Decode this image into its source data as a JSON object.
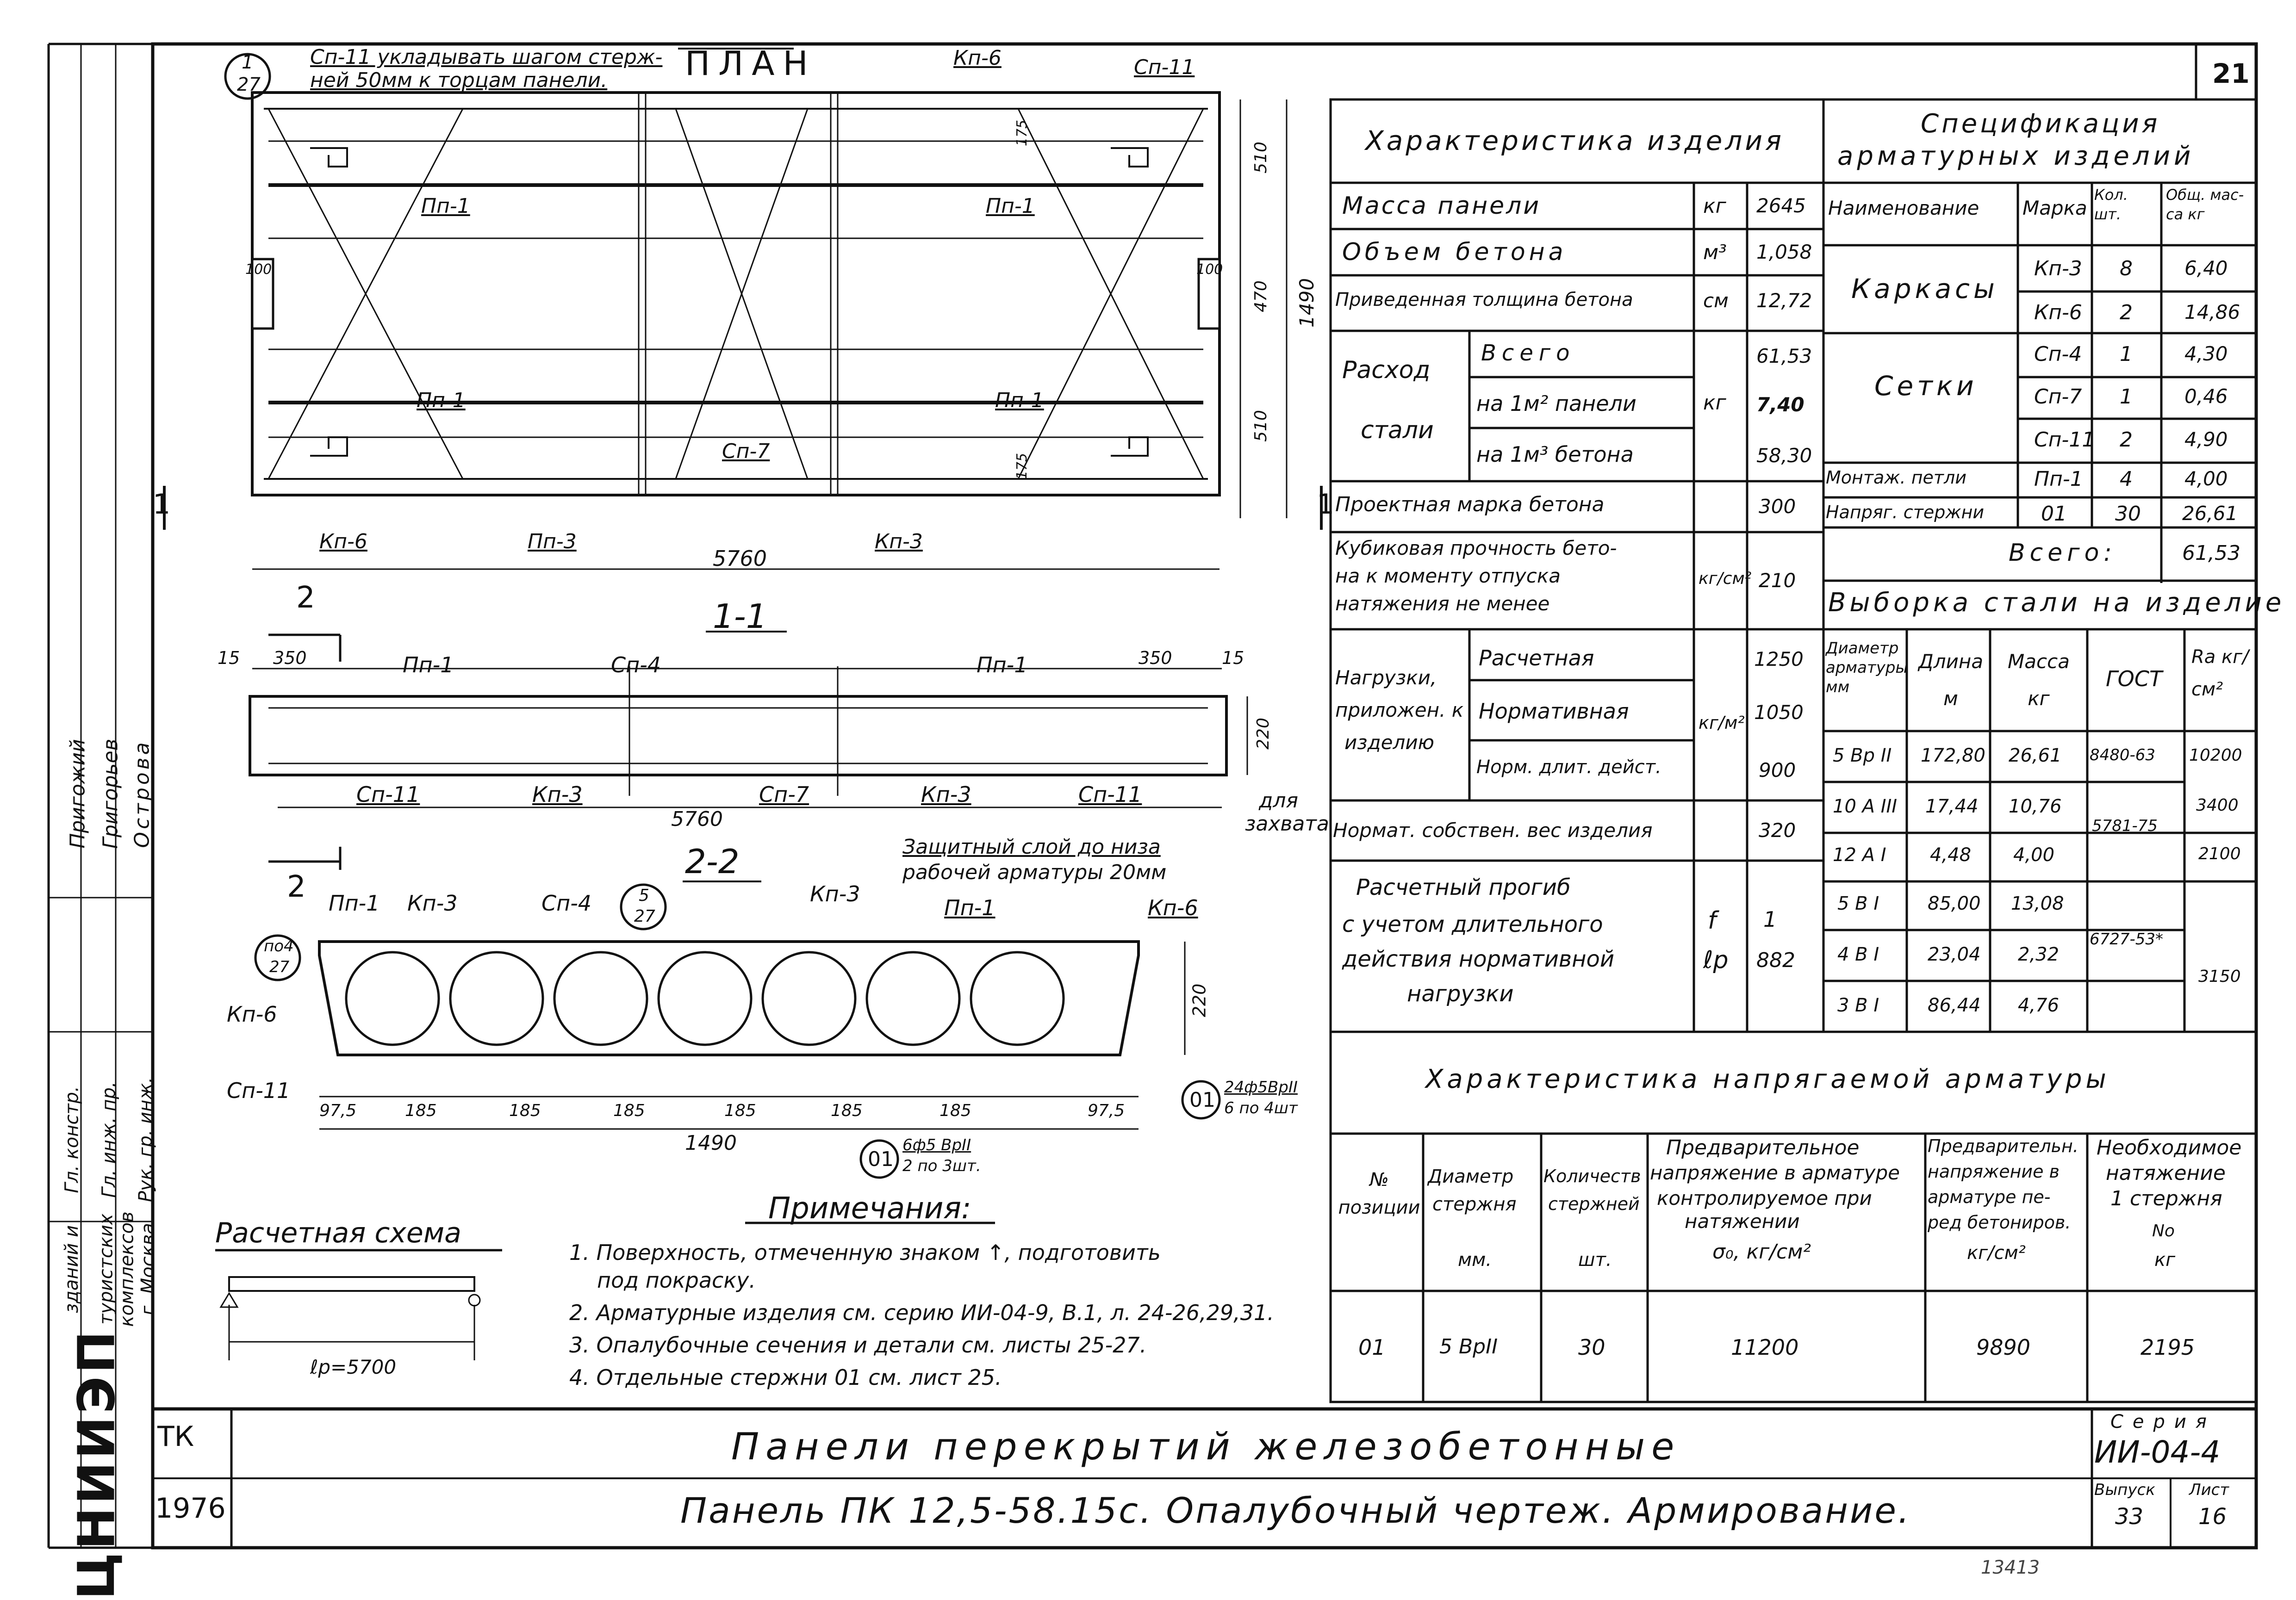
{
  "sheet_number": "21",
  "plan": {
    "title": "ПЛАН",
    "note_ref_top": "1",
    "note_ref_bottom": "27",
    "note_text_1": "Сп-11 укладывать шагом стерж-",
    "note_text_2": "ней 50мм к торцам панели.",
    "labels": {
      "kp6_top": "Кп-6",
      "sp11_top": "Сп-11",
      "pp1_a": "Пп-1",
      "pp1_b": "Пп-1",
      "pp1_c": "Пп-1",
      "pp1_d": "Пп-1",
      "sp7": "Сп-7",
      "kp6_bottom": "Кп-6",
      "pp3": "Пп-3",
      "kp3": "Кп-3"
    },
    "dims": {
      "len": "5760",
      "d510a": "510",
      "d470": "470",
      "d1490": "1490",
      "d510b": "510",
      "d100a": "100",
      "d100b": "100",
      "d175a": "175",
      "d175b": "175"
    },
    "section_mark_left": "1",
    "section_mark_right": "1"
  },
  "section11": {
    "title": "1-1",
    "labels": {
      "pp1_l": "Пп-1",
      "sp4": "Сп-4",
      "pp1_r": "Пп-1",
      "sp11_l": "Сп-11",
      "kp3_l": "Кп-3",
      "sp7": "Сп-7",
      "kp3_r": "Кп-3",
      "sp11_r": "Сп-11"
    },
    "dims": {
      "d15l": "15",
      "d350l": "350",
      "d350r": "350",
      "d15r": "15",
      "d220": "220",
      "len": "5760"
    },
    "grip_note_1": "для",
    "grip_note_2": "захвата",
    "cover_note_1": "Защитный слой до низа",
    "cover_note_2": "рабочей арматуры 20мм",
    "cut_mark": "2"
  },
  "section22": {
    "title": "2-2",
    "cut_mark": "2",
    "labels": {
      "pp1_a": "Пп-1",
      "kp3_a": "Кп-3",
      "sp4": "Сп-4",
      "kp3_b": "Кп-3",
      "pp1_b": "Пп-1",
      "kp6_r": "Кп-6",
      "kp6_l": "Кп-6",
      "sp11": "Сп-11"
    },
    "ref_top": "5",
    "ref_bottom": "27",
    "ref2_top": "по4",
    "ref2_bottom": "27",
    "dims": {
      "d975l": "97,5",
      "d185a": "185",
      "d185b": "185",
      "d185c": "185",
      "d185d": "185",
      "d185e": "185",
      "d185f": "185",
      "d975r": "97,5",
      "d220": "220",
      "d1490": "1490"
    },
    "pos01_a": "01",
    "pos01_a_note_1": "24ф5ВрII",
    "pos01_a_note_2": "6 по 4шт",
    "pos01_b": "01",
    "pos01_b_note_1": "6ф5 ВрII",
    "pos01_b_note_2": "2 по 3шт."
  },
  "scheme": {
    "title": "Расчетная схема",
    "span": "ℓр=5700"
  },
  "notes": {
    "title": "Примечания:",
    "items": [
      "1. Поверхность, отмеченную знаком ↑, подготовить",
      "под покраску.",
      "2. Арматурные изделия см. серию ИИ-04-9, В.1, л. 24-26,29,31.",
      "3. Опалубочные сечения и детали см. листы 25-27.",
      "4. Отдельные стержни 01 см. лист 25."
    ]
  },
  "characteristics": {
    "header": "Характеристика изделия",
    "rows": {
      "mass_label": "Масса панели",
      "mass_unit": "кг",
      "mass_val": "2645",
      "vol_label": "Объем бетона",
      "vol_unit": "м³",
      "vol_val": "1,058",
      "thick_label": "Приведенная толщина бетона",
      "thick_unit": "см",
      "thick_val": "12,72",
      "steel_label_1": "Расход",
      "steel_label_2": "стали",
      "steel_unit": "кг",
      "steel_all": "Всего",
      "steel_all_val": "61,53",
      "steel_m2": "на 1м² панели",
      "steel_m2_val": "7,40",
      "steel_m3": "на 1м³ бетона",
      "steel_m3_val": "58,30",
      "grade_label": "Проектная марка бетона",
      "grade_val": "300",
      "cube_label_1": "Кубиковая прочность бето-",
      "cube_label_2": "на к моменту отпуска",
      "cube_label_3": "натяжения не менее",
      "cube_unit": "кг/см²",
      "cube_val": "210",
      "load_label_1": "Нагрузки,",
      "load_label_2": "приложен. к",
      "load_label_3": "изделию",
      "load_calc": "Расчетная",
      "load_calc_val": "1250",
      "load_norm": "Нормативная",
      "load_norm_val": "1050",
      "load_long": "Норм. длит. дейст.",
      "load_long_val": "900",
      "load_unit": "кг/м²",
      "self_label": "Нормат. собствен. вес изделия",
      "self_val": "320",
      "defl_label_1": "Расчетный прогиб",
      "defl_label_2": "с учетом длительного",
      "defl_label_3": "действия нормативной",
      "defl_label_4": "нагрузки",
      "defl_unit_top": "f",
      "defl_unit_bot": "ℓр",
      "defl_val_top": "1",
      "defl_val_bot": "882"
    }
  },
  "spec": {
    "header_1": "Спецификация",
    "header_2": "арматурных изделий",
    "col_name": "Наименование",
    "col_mark": "Марка",
    "col_qty": "Кол. шт.",
    "col_mass": "Общ. мас- са кг",
    "group_frames": "Каркасы",
    "group_meshes": "Сетки",
    "rows": [
      {
        "mark": "Кп-3",
        "qty": "8",
        "mass": "6,40"
      },
      {
        "mark": "Кп-6",
        "qty": "2",
        "mass": "14,86"
      },
      {
        "mark": "Сп-4",
        "qty": "1",
        "mass": "4,30"
      },
      {
        "mark": "Сп-7",
        "qty": "1",
        "mass": "0,46"
      },
      {
        "mark": "Сп-11",
        "qty": "2",
        "mass": "4,90"
      }
    ],
    "loops_label": "Монтаж. петли",
    "loops_mark": "Пп-1",
    "loops_qty": "4",
    "loops_mass": "4,00",
    "tend_label": "Напряг. стержни",
    "tend_mark": "01",
    "tend_qty": "30",
    "tend_mass": "26,61",
    "total_label": "Всего:",
    "total_val": "61,53"
  },
  "selection": {
    "header": "Выборка стали на изделие",
    "col_diam": "Диаметр арматуры мм",
    "col_len": "Длина м",
    "col_mass": "Масса кг",
    "col_gost": "ГОСТ",
    "col_ra": "Ra кг/см²",
    "rows": [
      {
        "d": "5 Вр II",
        "l": "172,80",
        "m": "26,61",
        "g": "8480-63",
        "r": "10200"
      },
      {
        "d": "10 А III",
        "l": "17,44",
        "m": "10,76",
        "g": "",
        "r": "3400"
      },
      {
        "d": "12 А I",
        "l": "4,48",
        "m": "4,00",
        "g": "5781-75",
        "r": "2100"
      },
      {
        "d": "5 В I",
        "l": "85,00",
        "m": "13,08",
        "g": "",
        "r": ""
      },
      {
        "d": "4 В I",
        "l": "23,04",
        "m": "2,32",
        "g": "6727-53*",
        "r": "3150"
      },
      {
        "d": "3 В I",
        "l": "86,44",
        "m": "4,76",
        "g": "",
        "r": ""
      }
    ]
  },
  "tension": {
    "header": "Характеристика напрягаемой арматуры",
    "col_pos": "№ позиции",
    "col_diam_1": "Диаметр",
    "col_diam_2": "стержня",
    "col_diam_3": "мм.",
    "col_qty_1": "Количеств",
    "col_qty_2": "стержней",
    "col_qty_3": "шт.",
    "col_pre_1": "Предварительное",
    "col_pre_2": "напряжение в арматуре",
    "col_pre_3": "контролируемое при",
    "col_pre_4": "натяжении",
    "col_pre_5": "σ₀, кг/см²",
    "col_pre2_1": "Предварительн.",
    "col_pre2_2": "напряжение в",
    "col_pre2_3": "арматуре пе-",
    "col_pre2_4": "ред бетониров.",
    "col_pre2_5": "кг/см²",
    "col_need_1": "Необходимое",
    "col_need_2": "натяжение",
    "col_need_3": "1 стержня",
    "col_need_4": "No",
    "col_need_5": "кг",
    "row": {
      "pos": "01",
      "diam": "5 ВрII",
      "qty": "30",
      "pre": "11200",
      "pre2": "9890",
      "need": "2195"
    }
  },
  "title_block": {
    "tk": "ТК",
    "year": "1976",
    "title_1": "Панели перекрытий железобетонные",
    "title_2": "Панель ПК 12,5-58.15с. Опалубочный чертеж. Армирование.",
    "series_label": "Серия",
    "series": "ИИ-04-4",
    "issue_label": "Выпуск",
    "sheet_label": "Лист",
    "issue": "33",
    "sheet": "16",
    "bottom_code": "13413"
  },
  "left_strip": {
    "org": "ЦНИИЭП",
    "org_2": "зданий и",
    "org_3": "туристских",
    "org_4": "комплексов",
    "org_5": "г. Москва",
    "role_1": "Гл. констр.",
    "role_2": "Гл. инж. пр.",
    "role_3": "Рук. гр. инж.",
    "name_1": "Пригожий",
    "name_2": "Григорьев",
    "name_3": "Острова"
  }
}
